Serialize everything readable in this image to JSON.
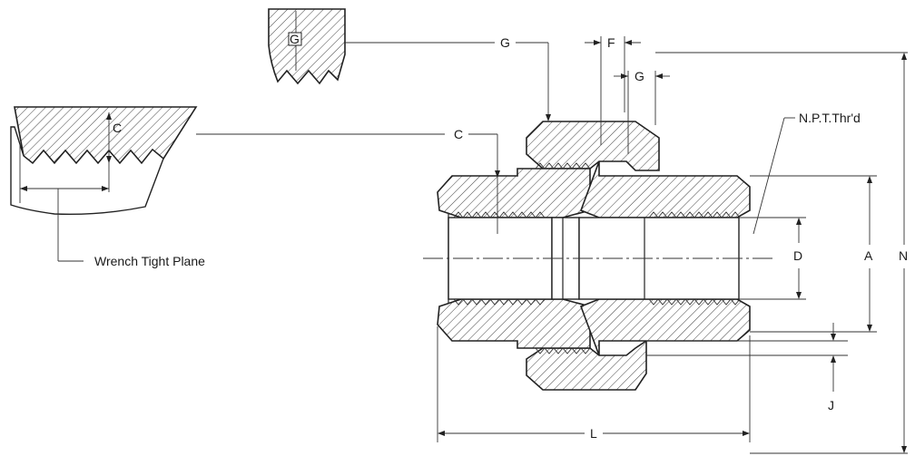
{
  "labels": {
    "g_top": "G",
    "g_inset": "G",
    "c_main": "C",
    "c_inset": "C",
    "f": "F",
    "g_right": "G",
    "npt": "N.P.T.Thr'd",
    "d": "D",
    "a": "A",
    "n": "N",
    "j": "J",
    "l": "L",
    "wrench": "Wrench Tight Plane"
  }
}
